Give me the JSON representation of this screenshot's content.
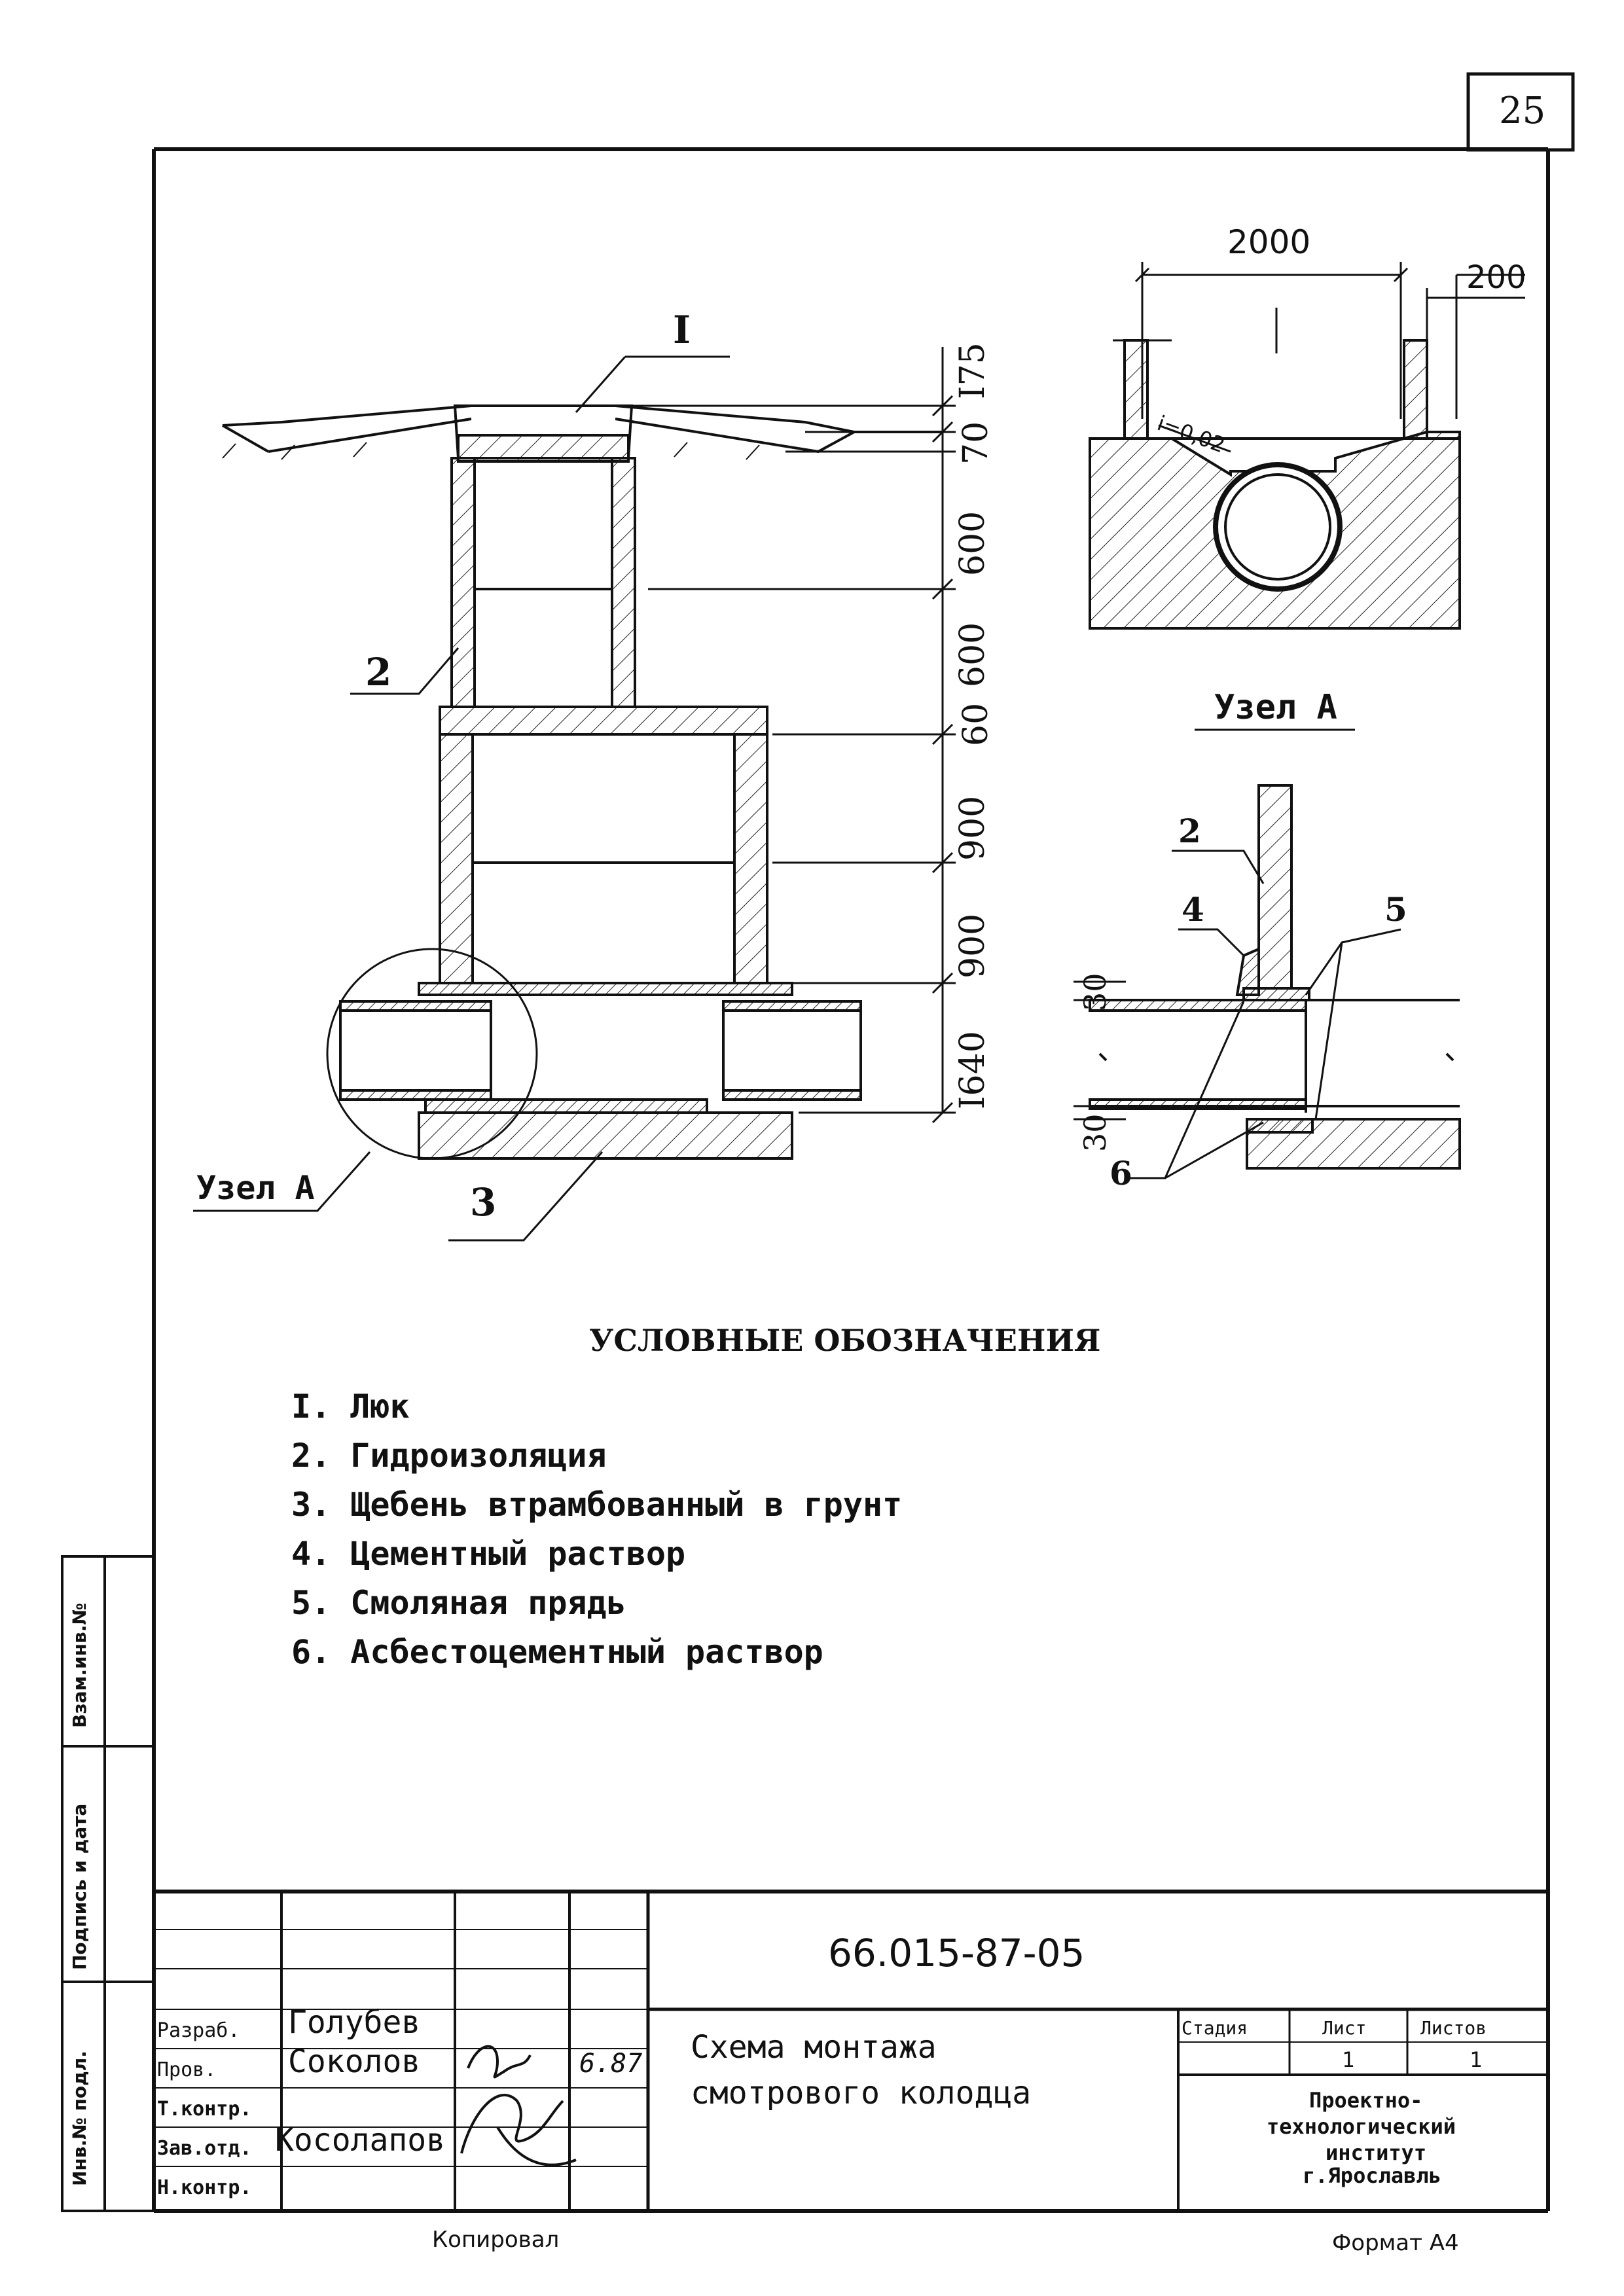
{
  "sheet": {
    "page_number": "25",
    "format_label": "Формат А4",
    "copied_label": "Копировал"
  },
  "drawing": {
    "callouts": {
      "c1": "I",
      "c2": "2",
      "c3": "3",
      "uzel_a_callout": "Узел А"
    },
    "main_dims": [
      "I75",
      "70",
      "600",
      "600",
      "60",
      "900",
      "900",
      "I640"
    ],
    "top_view": {
      "dim_width": "2000",
      "dim_wall": "200",
      "slope": "i=0,02"
    },
    "node_detail": {
      "title": "Узел А",
      "callouts": [
        "2",
        "4",
        "5",
        "6"
      ],
      "dims": [
        "30",
        "30"
      ]
    }
  },
  "legend": {
    "title": "УСЛОВНЫЕ  ОБОЗНАЧЕНИЯ",
    "items": [
      "I. Люк",
      "2. Гидроизоляция",
      "3. Щебень втрамбованный в грунт",
      "4. Цементный раствор",
      "5. Смоляная прядь",
      "6. Асбестоцементный раствор"
    ]
  },
  "side_stamp": {
    "vzam": "Взам.инв.№",
    "podpis": "Подпись и дата",
    "inv": "Инв.№ подл."
  },
  "title_block": {
    "doc_code": "66.015-87-05",
    "roles": [
      "Разраб.",
      "Пров.",
      "Т.контр.",
      "Зав.отд.",
      "Н.контр."
    ],
    "names": [
      "Голубев",
      "Соколов",
      "",
      "Косолапов",
      ""
    ],
    "date_mark": "6.87",
    "title_line1": "Схема монтажа",
    "title_line2": "смотрового колодца",
    "stage_label": "Стадия",
    "sheet_label": "Лист",
    "sheets_label": "Листов",
    "sheet_value": "1",
    "sheets_value": "1",
    "org_line1": "Проектно-",
    "org_line2": "технологический",
    "org_line3": "институт",
    "org_line4": "г.Ярославль"
  }
}
